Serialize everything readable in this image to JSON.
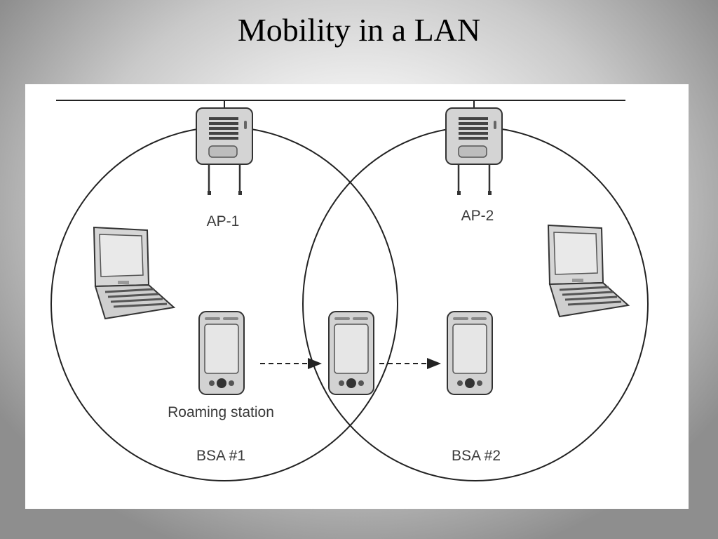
{
  "slide": {
    "title": "Mobility in a LAN"
  },
  "diagram": {
    "access_points": [
      {
        "label": "AP-1",
        "icon": "access-point-icon"
      },
      {
        "label": "AP-2",
        "icon": "access-point-icon"
      }
    ],
    "stations": {
      "roaming_label": "Roaming station",
      "icons": [
        "laptop-icon",
        "pda-icon"
      ]
    },
    "service_areas": [
      {
        "label": "BSA #1"
      },
      {
        "label": "BSA #2"
      }
    ],
    "colors": {
      "line": "#222222",
      "device_fill": "#d6d6d6",
      "device_dark": "#555555",
      "screen_fill": "#e6e6e6"
    }
  }
}
